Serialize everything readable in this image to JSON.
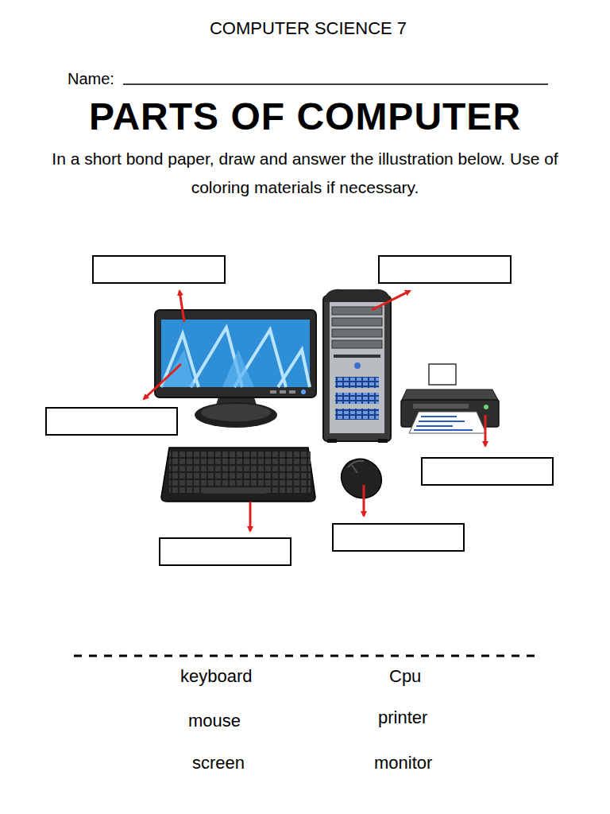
{
  "diagram": {
    "title": "PARTS OF COMPUTER",
    "labels": [
      "COMPUTER SCIENCE 7",
      "Name:",
      "In a short bond paper, draw and answer the illustration below. Use of coloring materials if necessary.",
      "keyboard",
      "Cpu",
      "mouse",
      "printer",
      "screen",
      "monitor"
    ]
  }
}
